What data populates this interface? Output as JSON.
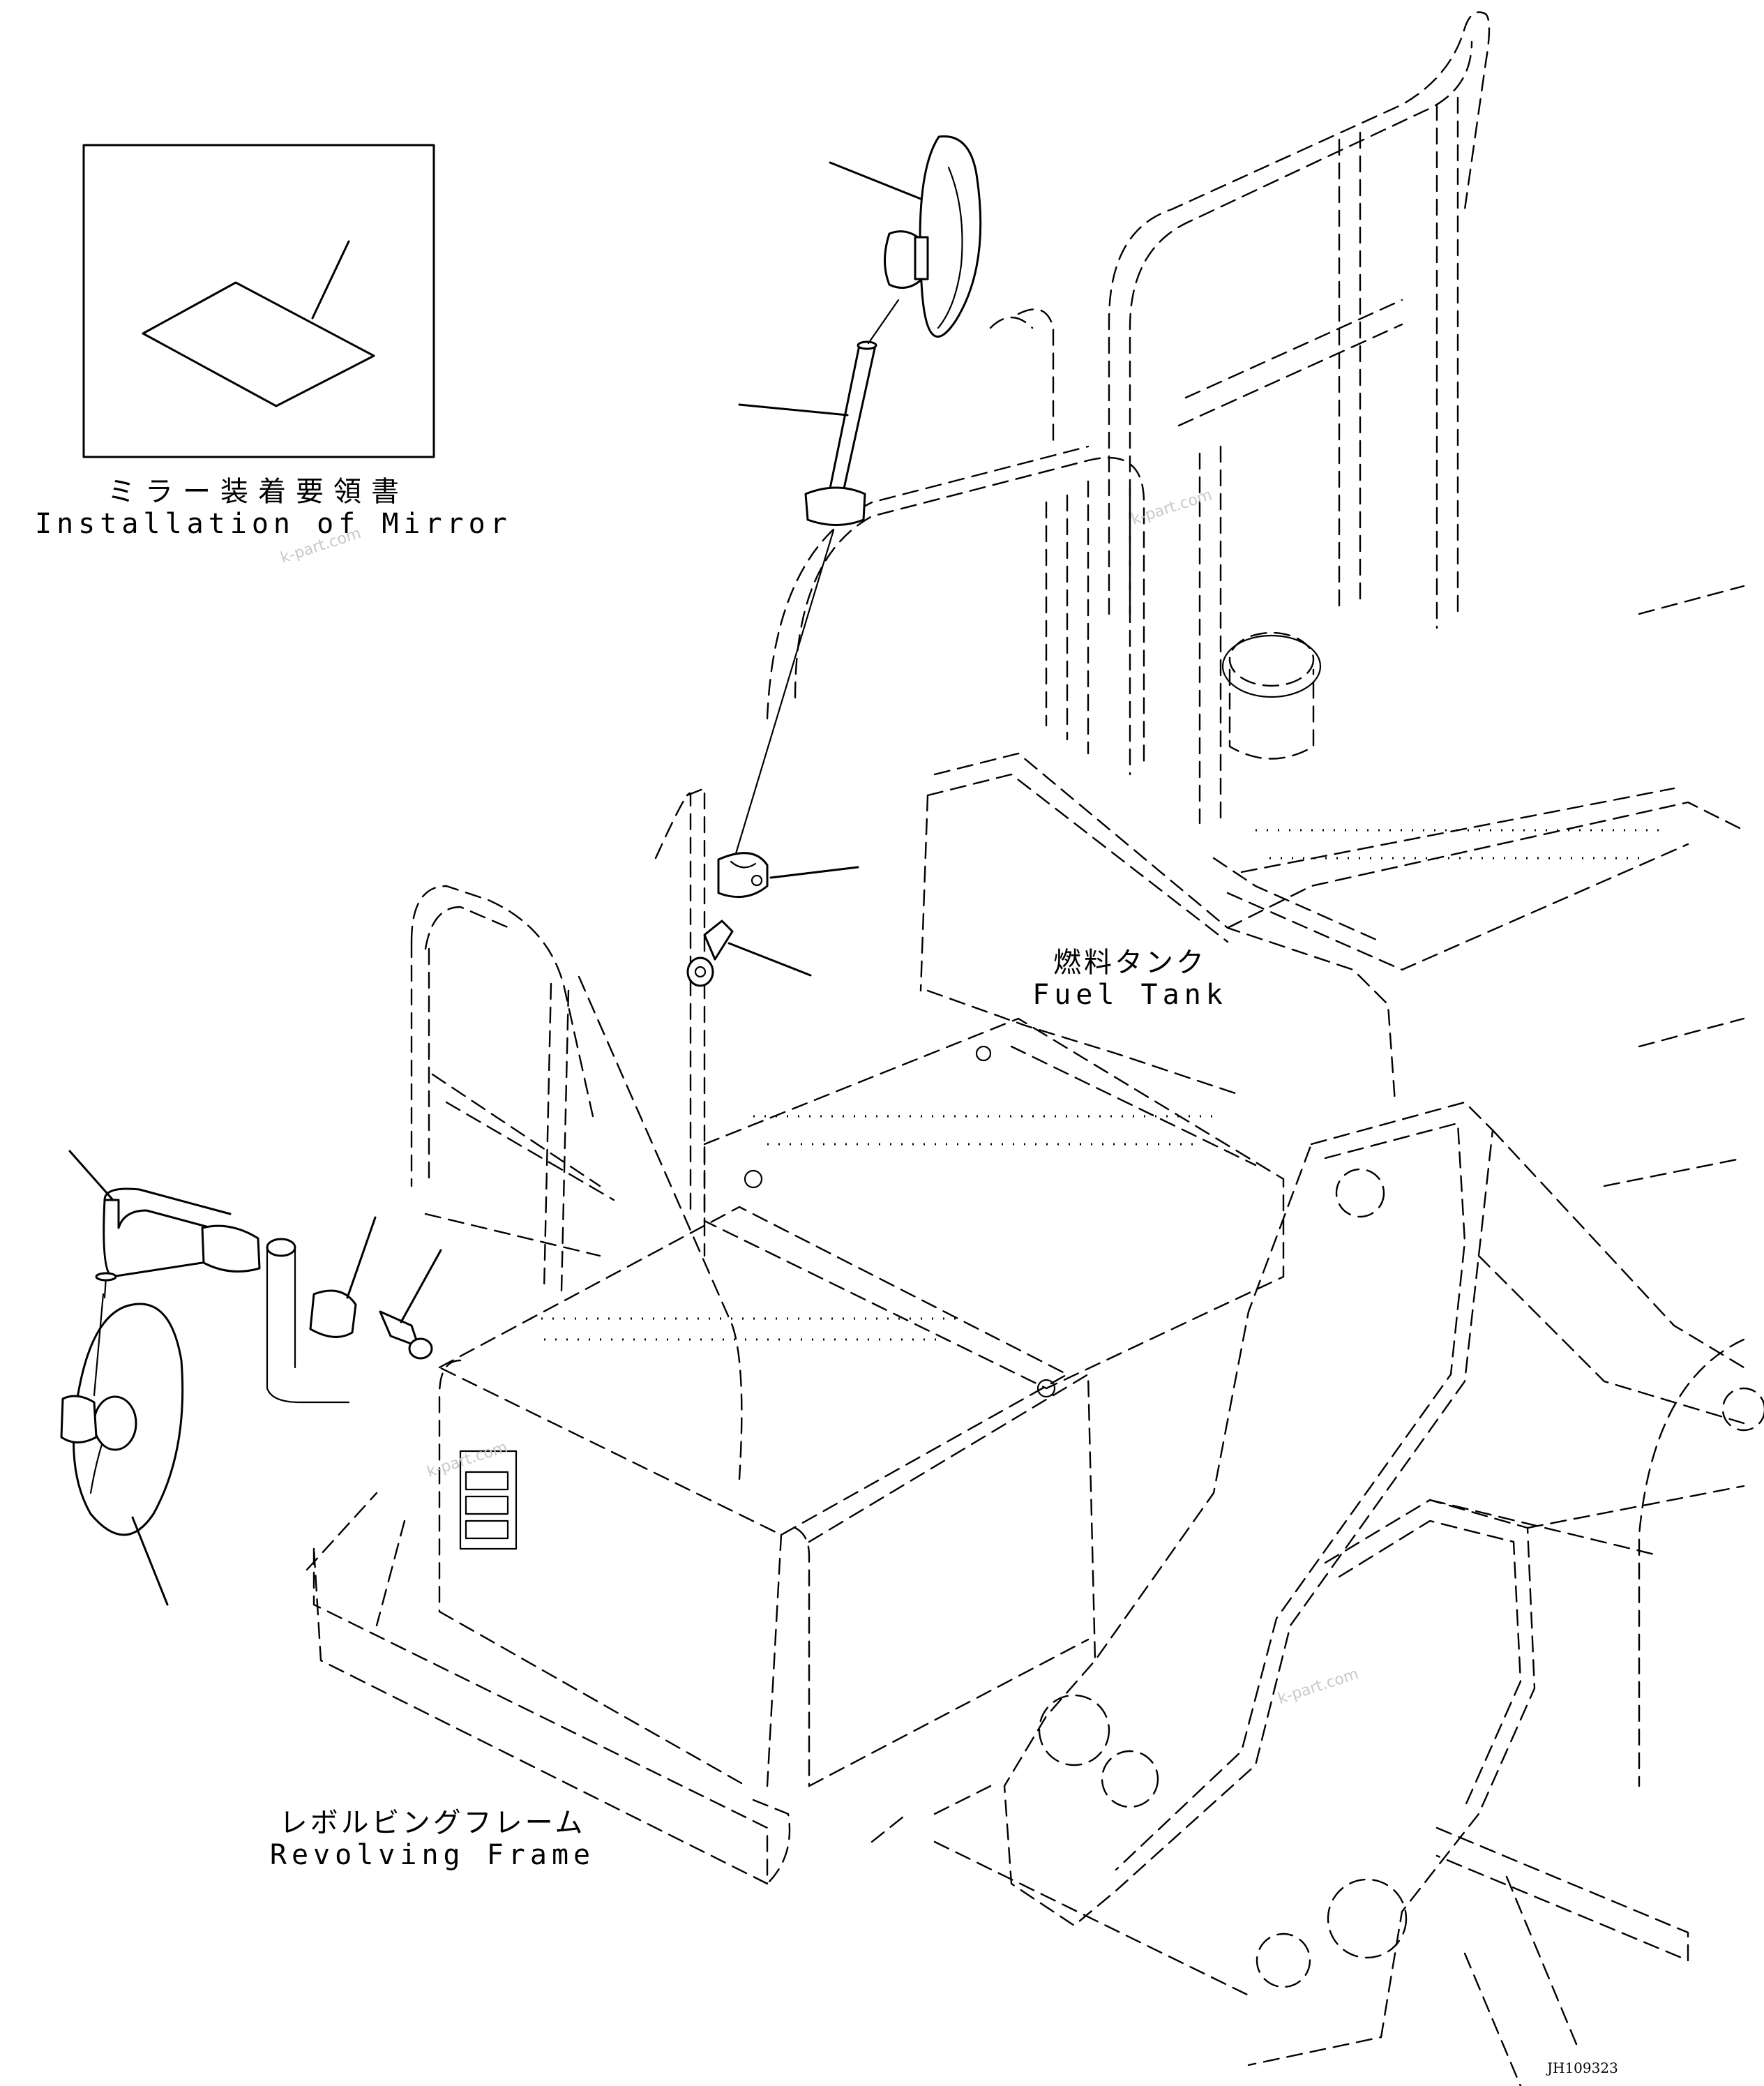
{
  "labels": {
    "installation_jp": "ミラー装着要領書",
    "installation_en": "Installation of Mirror",
    "fuel_tank_jp": "燃料タンク",
    "fuel_tank_en": "Fuel Tank",
    "revolving_frame_jp": "レボルビングフレーム",
    "revolving_frame_en": "Revolving Frame"
  },
  "watermark": "k-part.com",
  "document_id": "JH109323"
}
